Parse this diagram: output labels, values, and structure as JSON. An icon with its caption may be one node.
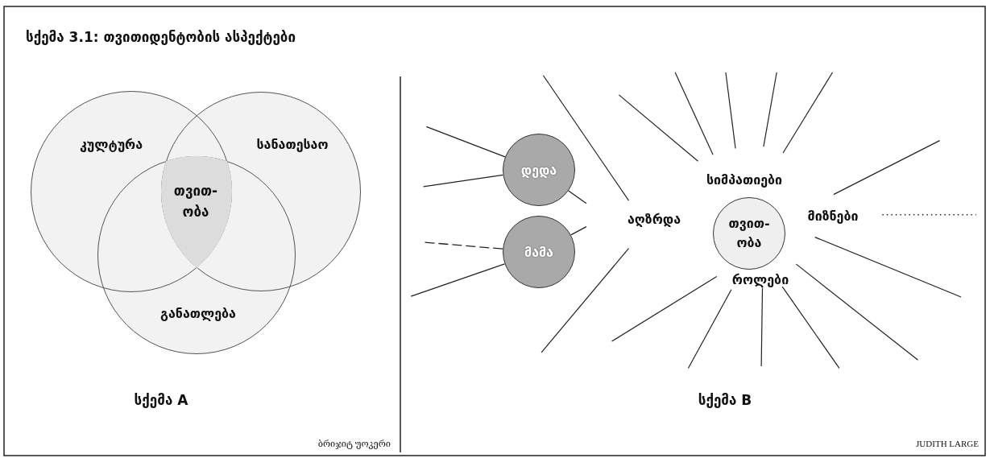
{
  "diagram": {
    "title": "სქემა 3.1: თვითიდენტობის ასპექტები",
    "nodes": [
      {
        "text": [
          "კულტურა"
        ]
      },
      {
        "text": [
          "სანათესაო"
        ]
      },
      {
        "text": [
          "განათლება"
        ]
      },
      {
        "text": [
          "თვით- ობა"
        ]
      },
      {
        "text": [
          "დედა"
        ]
      },
      {
        "text": [
          "მამა"
        ]
      },
      {
        "text": [
          "თვით- ობა"
        ]
      }
    ],
    "edges": [
      {
        "from": 4,
        "to": null,
        "arrow": "none"
      },
      {
        "from": 4,
        "to": null,
        "arrow": "none"
      },
      {
        "from": 4,
        "to": null,
        "arrow": "none"
      },
      {
        "from": 5,
        "to": null,
        "arrow": "none",
        "style": "dashed"
      },
      {
        "from": 5,
        "to": null,
        "arrow": "none"
      },
      {
        "from": 5,
        "to": null,
        "arrow": "none"
      }
    ],
    "labels": [
      "სიმპათიები",
      "აღზრდა",
      "მიზნები",
      "როლები",
      "სქემა A",
      "სქემა B",
      "ბრიჯიტ უოკერი",
      "JUDITH LARGE"
    ]
  }
}
